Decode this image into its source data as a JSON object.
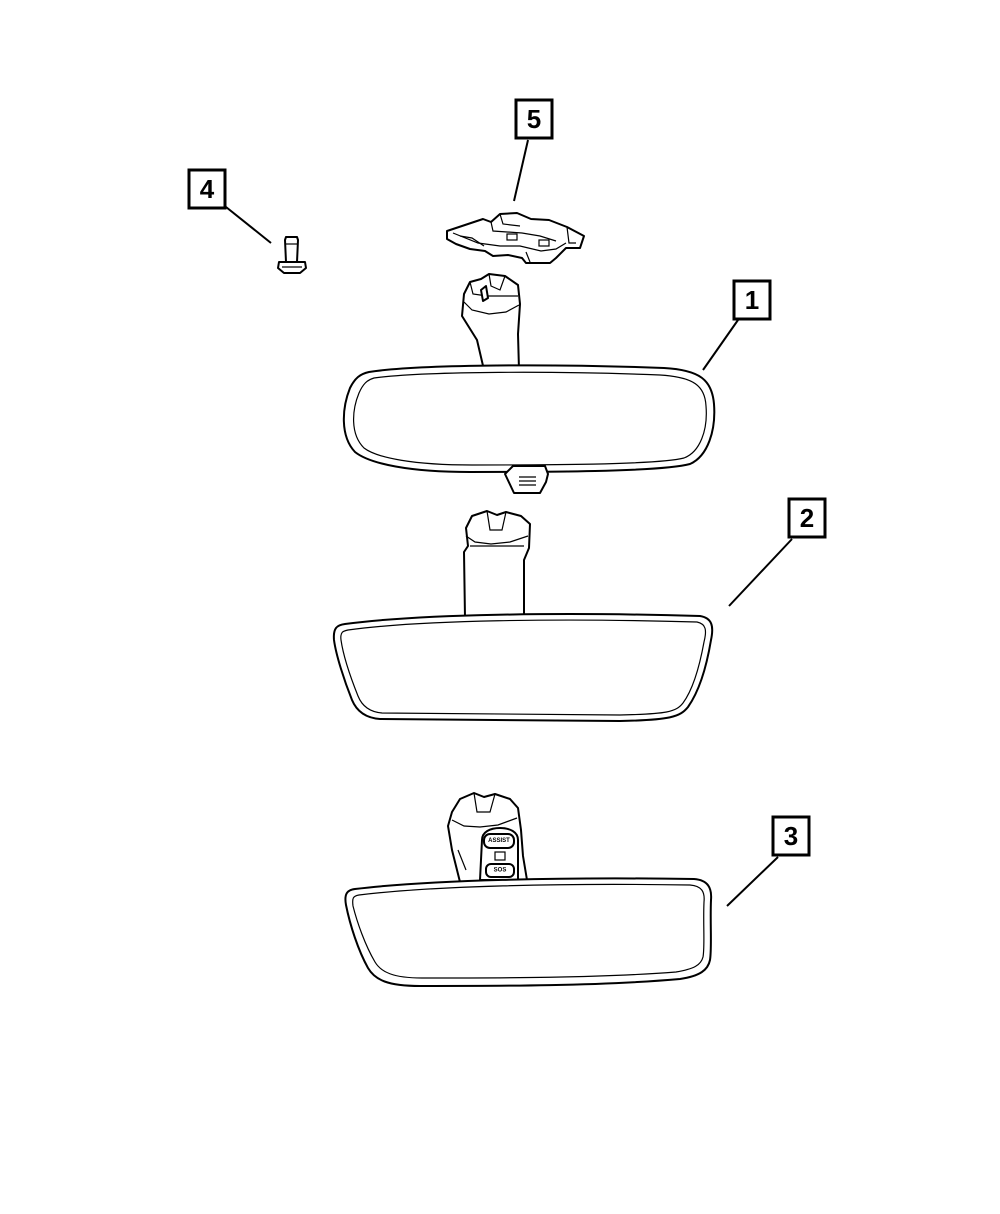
{
  "callouts": [
    {
      "id": "1",
      "label": "1"
    },
    {
      "id": "2",
      "label": "2"
    },
    {
      "id": "3",
      "label": "3"
    },
    {
      "id": "4",
      "label": "4"
    },
    {
      "id": "5",
      "label": "5"
    }
  ],
  "mirror3_buttons": {
    "top_label": "ASSIST",
    "bottom_label": "SOS"
  }
}
